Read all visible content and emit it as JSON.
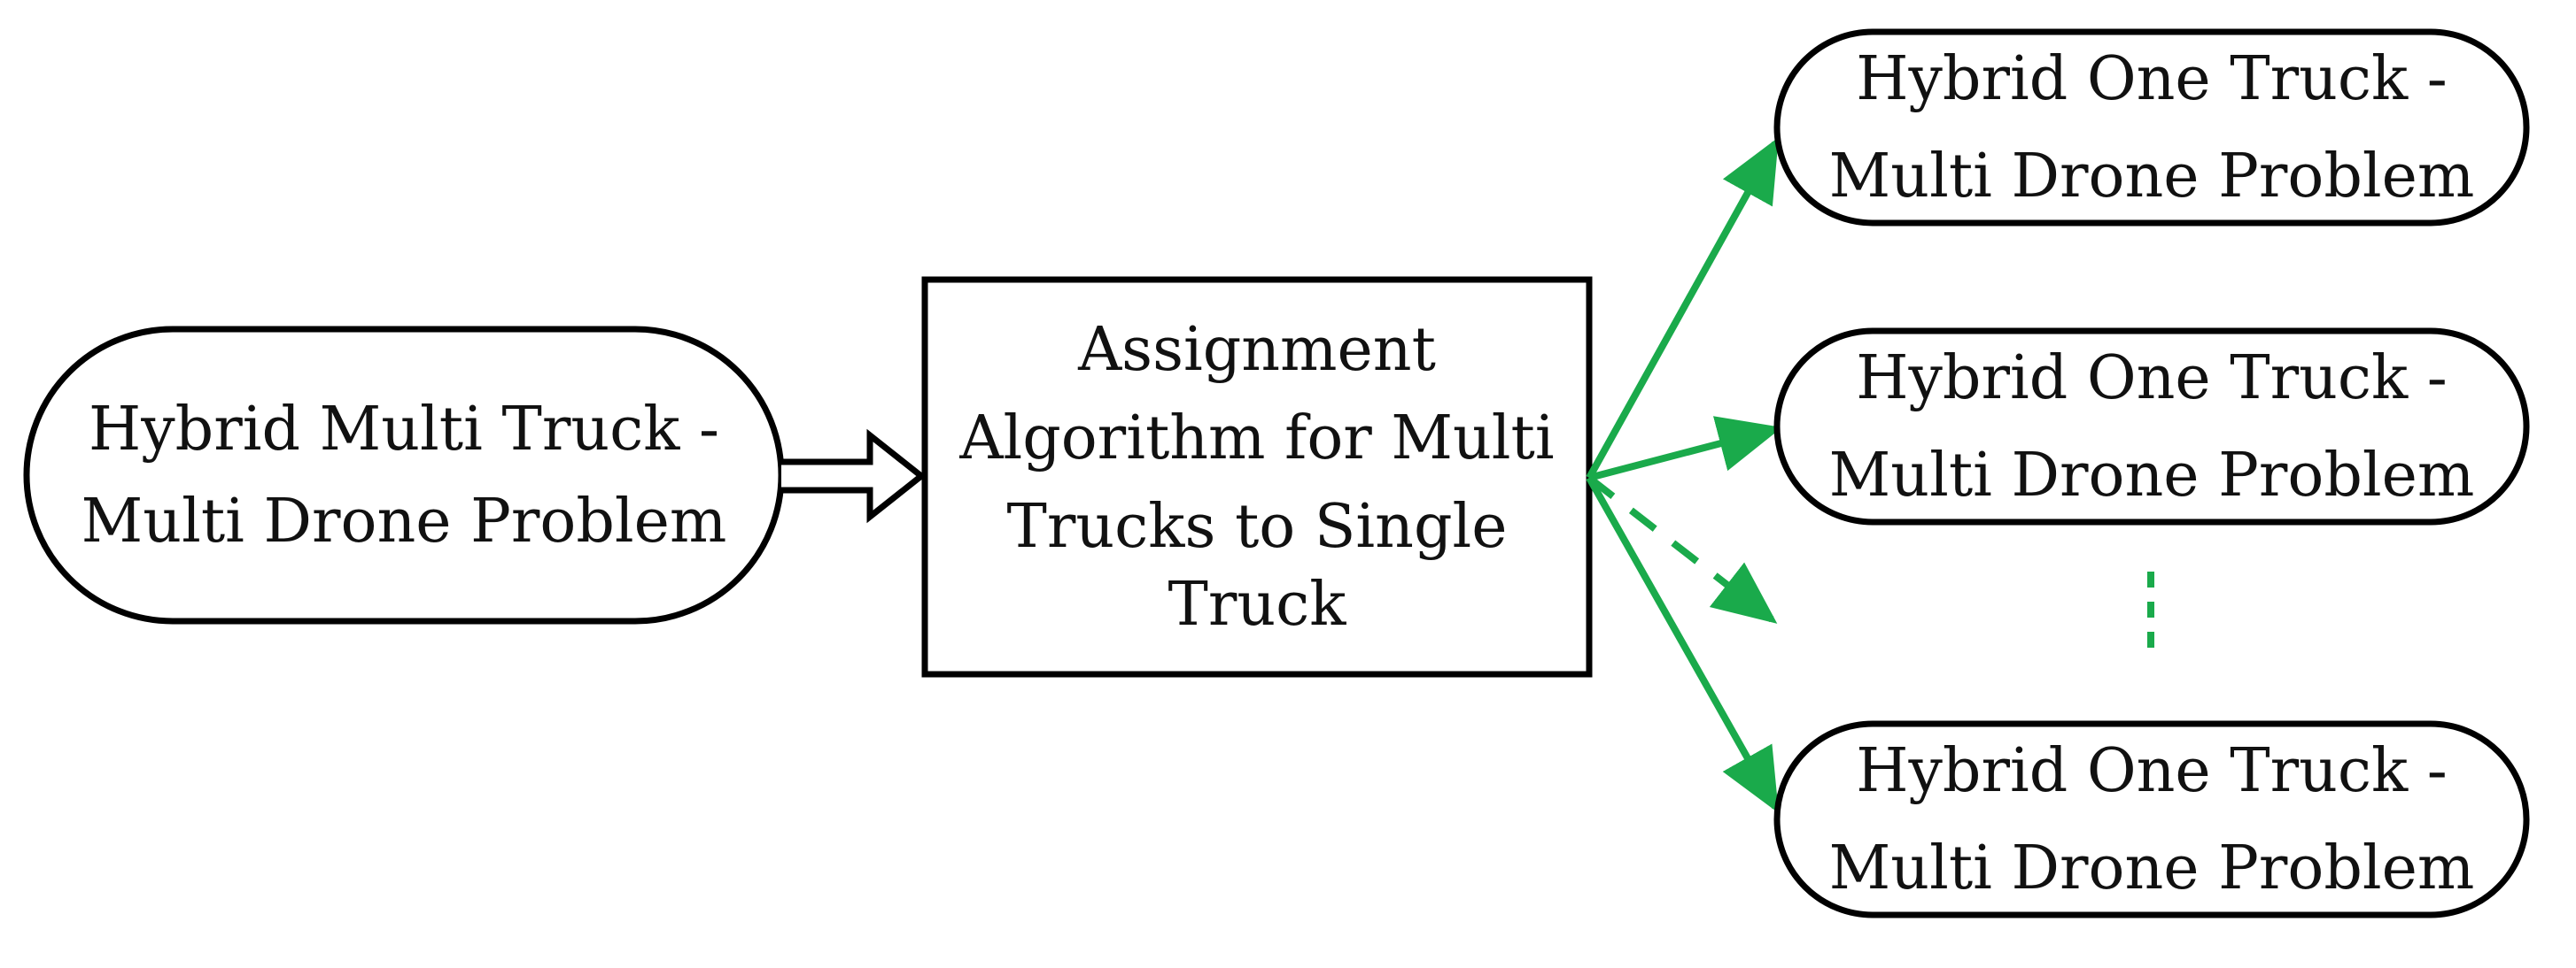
{
  "colors": {
    "stroke": "#000000",
    "arrow": "#1aaa4b",
    "background": "#ffffff"
  },
  "nodes": {
    "source": {
      "lines": [
        "Hybrid Multi Truck -",
        "Multi Drone Problem"
      ]
    },
    "algorithm": {
      "lines": [
        "Assignment",
        "Algorithm for Multi",
        "Trucks to Single",
        "Truck"
      ]
    },
    "targets": [
      {
        "lines": [
          "Hybrid One Truck -",
          "Multi Drone Problem"
        ]
      },
      {
        "lines": [
          "Hybrid One Truck -",
          "Multi Drone Problem"
        ]
      },
      {
        "lines": [
          "Hybrid One Truck -",
          "Multi Drone Problem"
        ]
      }
    ]
  }
}
